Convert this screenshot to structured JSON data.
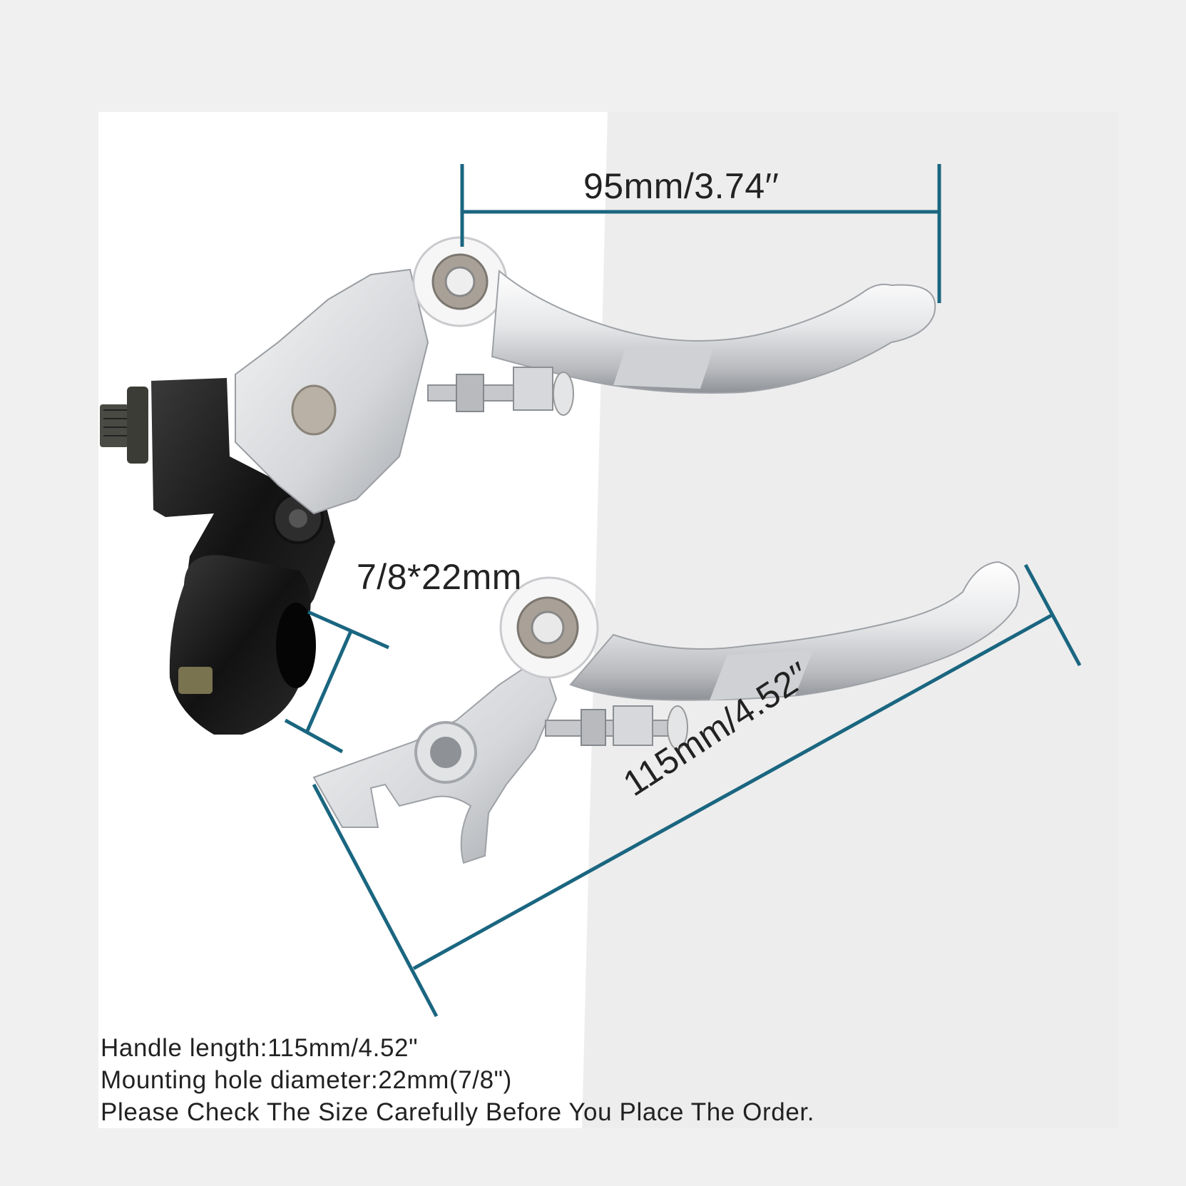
{
  "colors": {
    "page_background": "#f0f0f0",
    "panel_white": "#ffffff",
    "panel_gray": "#ededed",
    "dimension_line": "#1a6680",
    "text": "#222222",
    "chrome": "#d9dadc",
    "black_part": "#151515"
  },
  "dimensions": {
    "lever_span": "95mm/3.74′′",
    "bar_clamp": "7/8*22mm",
    "handle_length": "115mm/4.52′′"
  },
  "notes": {
    "line1": "Handle length:115mm/4.52\"",
    "line2": "Mounting hole diameter:22mm(7/8\")",
    "line3": "Please Check The Size Carefully Before You Place The Order."
  },
  "products": [
    {
      "name": "assembled-clutch-lever",
      "parts": [
        "black perch clamp",
        "cable adjuster",
        "chrome folding lever",
        "pivot bolt",
        "adjust screw"
      ]
    },
    {
      "name": "replacement-folding-lever",
      "parts": [
        "chrome folding lever",
        "pivot bolt",
        "adjust screw"
      ]
    }
  ]
}
